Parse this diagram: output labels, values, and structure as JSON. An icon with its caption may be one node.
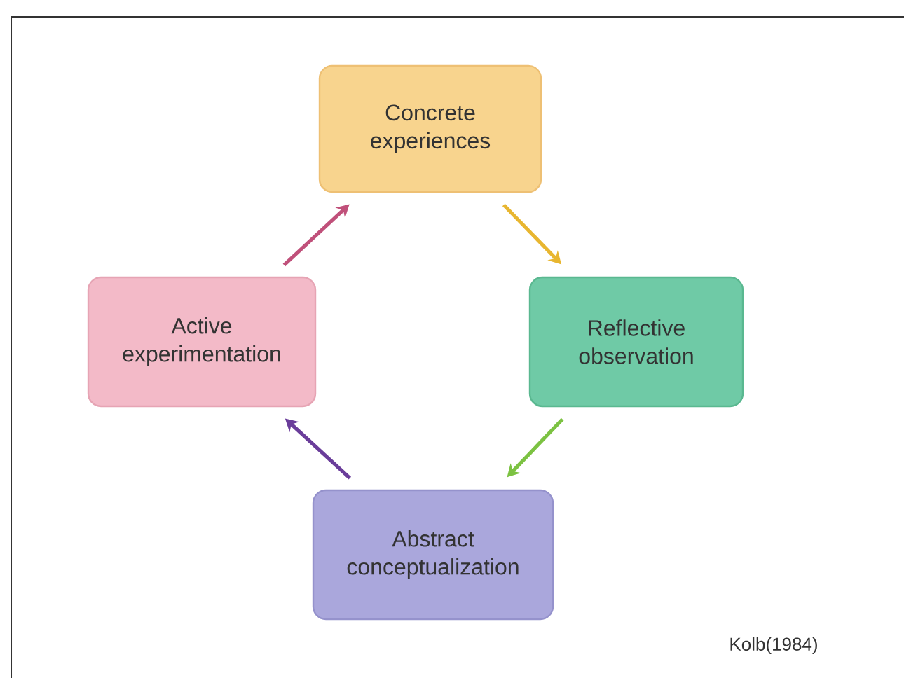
{
  "diagram": {
    "nodes": [
      {
        "text": [
          "Concrete experiences"
        ]
      },
      {
        "text": [
          "Reflective observation"
        ]
      },
      {
        "text": [
          "Abstract conceptualization"
        ]
      },
      {
        "text": [
          "Active experimentation"
        ]
      }
    ],
    "edges": [
      {
        "from": 0,
        "to": 1,
        "arrow": "to",
        "color": "#e8b630"
      },
      {
        "from": 1,
        "to": 2,
        "arrow": "to",
        "color": "#7cc242"
      },
      {
        "from": 2,
        "to": 3,
        "arrow": "to",
        "color": "#6a3d9a"
      },
      {
        "from": 3,
        "to": 0,
        "arrow": "to",
        "color": "#c0507a"
      }
    ],
    "labels": [
      "Kolb(1984)"
    ]
  }
}
